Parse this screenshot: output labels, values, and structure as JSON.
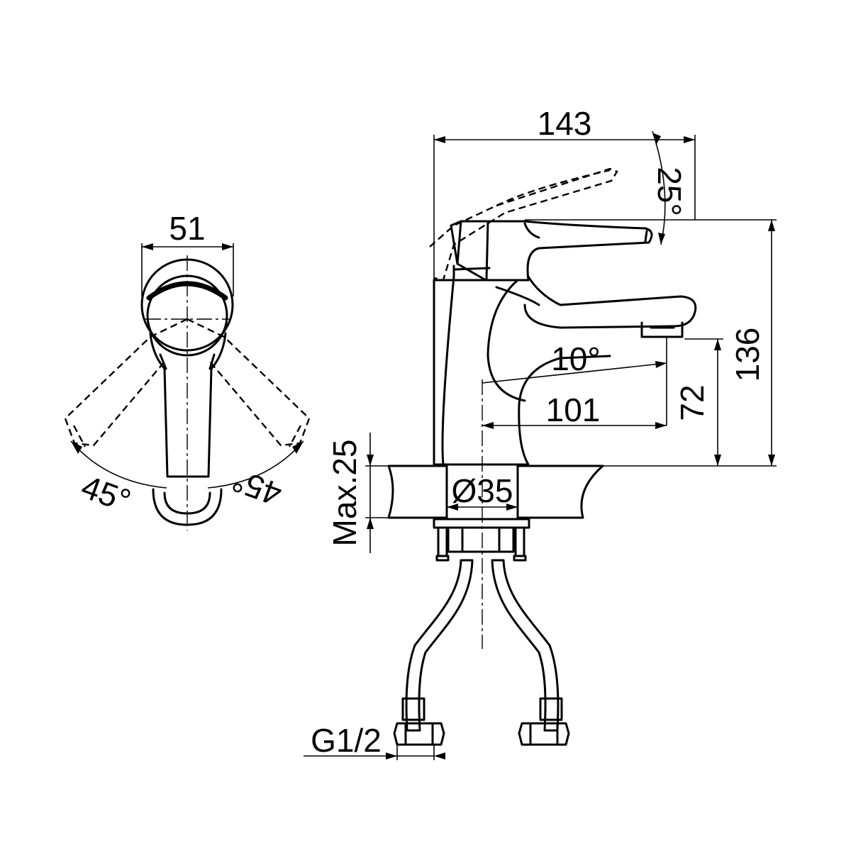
{
  "drawing": {
    "front_view": {
      "width_label": "51",
      "angle_left_label": "45°",
      "angle_right_label": "45°"
    },
    "side_view": {
      "length_label": "143",
      "lever_tilt_label": "25°",
      "height_label": "136",
      "spout_angle_label": "10°",
      "spout_reach_label": "101",
      "spout_height_label": "72",
      "max_counter_label": "Max.25",
      "hole_diameter_label": "Ø35",
      "thread_label": "G1/2"
    }
  }
}
